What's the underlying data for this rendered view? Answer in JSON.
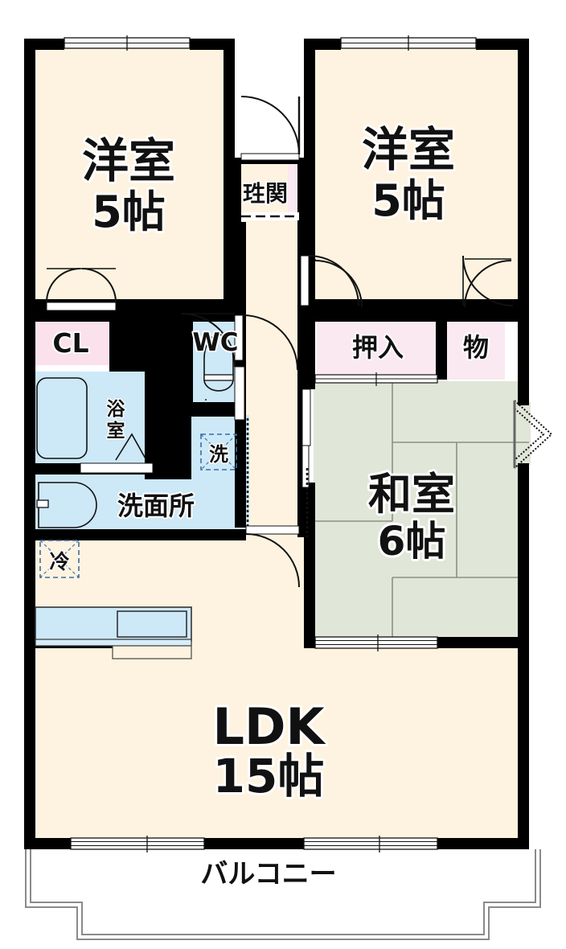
{
  "document": {
    "type": "floor-plan",
    "language": "ja",
    "title": "間取図",
    "layout_type": "3LDK"
  },
  "colors": {
    "wall": "#000000",
    "floor_wood": "#FDF3E0",
    "tatami": "#E0E6D8",
    "water_blue": "#CDE8F7",
    "closet_pink": "#FBE1EC",
    "closet_pink_light": "#FBE9F2",
    "background": "#FFFFFF",
    "outline": "#4A4A4A"
  },
  "rooms": [
    {
      "id": "bedroom-west",
      "name": "洋室",
      "size": "5帖",
      "kind": "western-room",
      "floor": "wood"
    },
    {
      "id": "bedroom-east",
      "name": "洋室",
      "size": "5帖",
      "kind": "western-room",
      "floor": "wood"
    },
    {
      "id": "japanese-room",
      "name": "和室",
      "size": "6帖",
      "kind": "tatami-room",
      "floor": "tatami"
    },
    {
      "id": "ldk",
      "name": "LDK",
      "size": "15帖",
      "kind": "living-dining-kitchen",
      "floor": "wood"
    }
  ],
  "spaces": [
    {
      "id": "entrance",
      "label": "珄関",
      "kind": "genkan"
    },
    {
      "id": "closet-cl",
      "label": "CL",
      "kind": "closet"
    },
    {
      "id": "toilet",
      "label": "WC",
      "kind": "toilet"
    },
    {
      "id": "bathroom",
      "label": "浴室",
      "kind": "bath"
    },
    {
      "id": "washroom",
      "label": "洗面所",
      "kind": "washroom"
    },
    {
      "id": "oshiire",
      "label": "押入",
      "kind": "closet"
    },
    {
      "id": "mono",
      "label": "物",
      "kind": "storage"
    },
    {
      "id": "balcony",
      "label": "バルコニー",
      "kind": "balcony"
    }
  ],
  "appliance_markers": [
    {
      "id": "washer-slot",
      "label": "洗",
      "meaning": "washing-machine-space"
    },
    {
      "id": "fridge-slot",
      "label": "冷",
      "meaning": "refrigerator-space"
    }
  ],
  "labels": {
    "bedroom_west_name": "洋室",
    "bedroom_west_size": "5帖",
    "bedroom_east_name": "洋室",
    "bedroom_east_size": "5帖",
    "japanese_room_name": "和室",
    "japanese_room_size": "6帖",
    "ldk_name": "LDK",
    "ldk_size": "15帖",
    "entrance": "珄関",
    "closet_cl": "CL",
    "toilet": "WC",
    "bathroom": "浴室",
    "washroom": "洗面所",
    "oshiire": "押入",
    "mono": "物",
    "washer": "洗",
    "fridge": "冷",
    "balcony": "バルコニー"
  },
  "fixtures": [
    {
      "id": "bathtub",
      "name": "bathtub"
    },
    {
      "id": "toilet-bowl",
      "name": "toilet-bowl"
    },
    {
      "id": "vanity-sink",
      "name": "vanity-sink"
    },
    {
      "id": "kitchen-counter",
      "name": "kitchen-counter"
    },
    {
      "id": "kitchen-sink",
      "name": "kitchen-sink"
    }
  ]
}
